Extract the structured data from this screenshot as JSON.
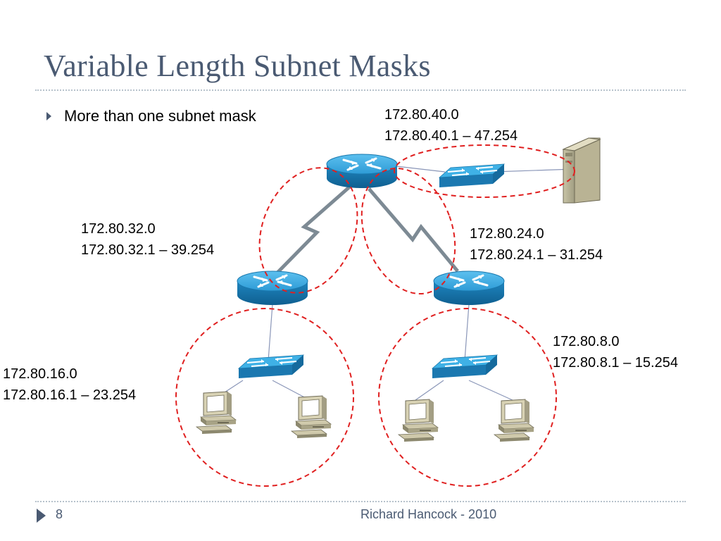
{
  "slide": {
    "title": "Variable Length Subnet Masks",
    "bullet": "More than one subnet mask",
    "page_number": "8",
    "footer": "Richard Hancock - 2010"
  },
  "subnets": {
    "top": {
      "network": "172.80.40.0",
      "range": "172.80.40.1 – 47.254"
    },
    "left_link": {
      "network": "172.80.32.0",
      "range": "172.80.32.1 – 39.254"
    },
    "right_link": {
      "network": "172.80.24.0",
      "range": "172.80.24.1 – 31.254"
    },
    "left_lan": {
      "network": "172.80.16.0",
      "range": "172.80.16.1 – 23.254"
    },
    "right_lan": {
      "network": "172.80.8.0",
      "range": "172.80.8.1 – 15.254"
    }
  },
  "colors": {
    "title": "#4a5a72",
    "subnet_outline": "#e02020",
    "router": "#1f86c0",
    "switch": "#2a9fd6",
    "wan_link": "#7d8a94",
    "device_body": "#d8d2b4"
  }
}
